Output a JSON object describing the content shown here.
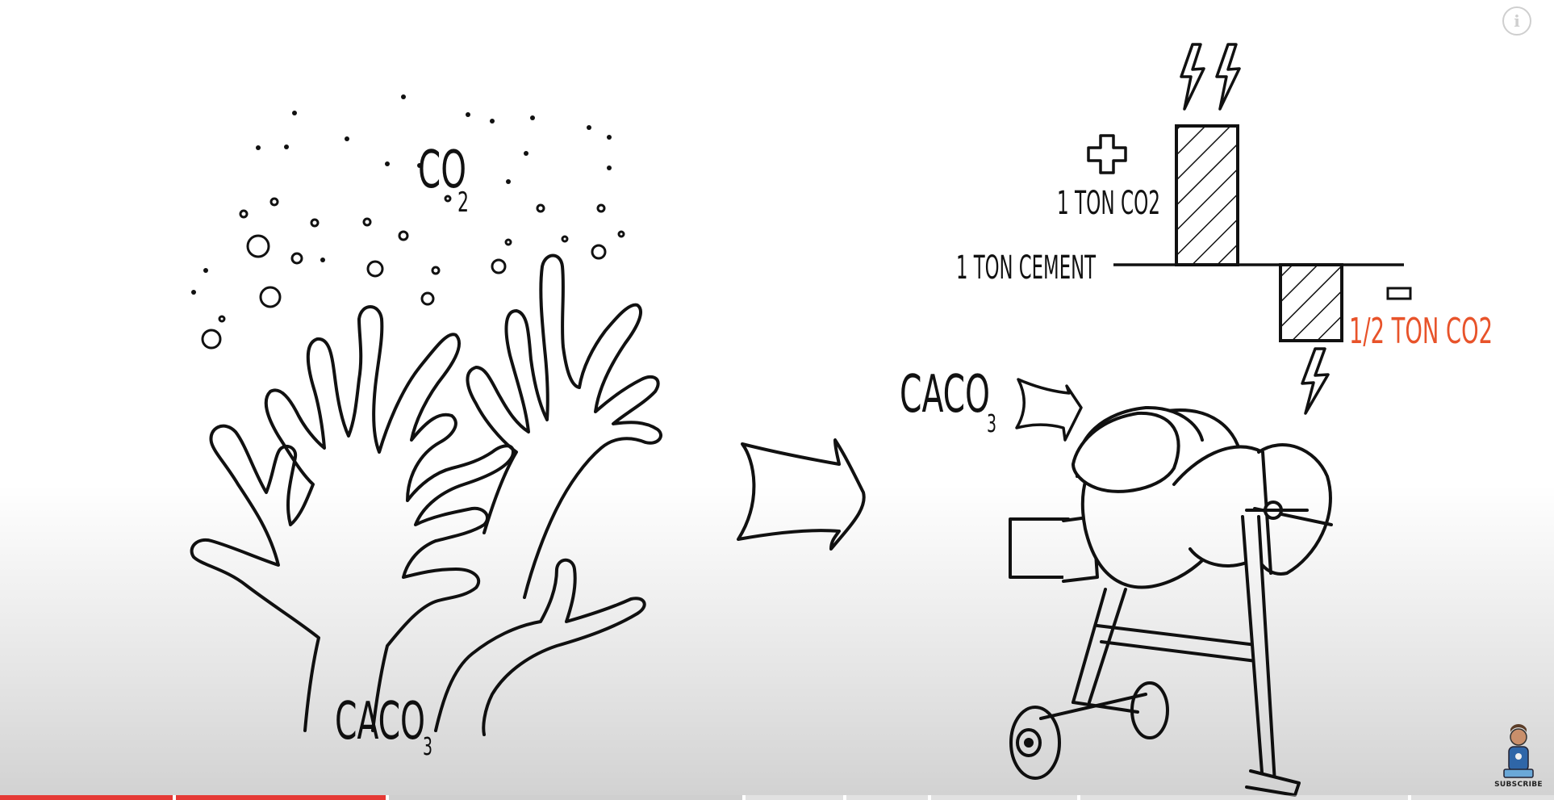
{
  "video": {
    "left_panel": {
      "gas_label": "CO",
      "gas_sub": "2",
      "mineral_label": "CACO",
      "mineral_sub": "3"
    },
    "right_panel": {
      "plus_sign": "+",
      "minus_sign": "−",
      "emit_label": "1 TON CO2",
      "cement_label": "1 TON CEMENT",
      "absorb_label": "1/2 TON CO2",
      "mineral_label": "CACO",
      "mineral_sub": "3"
    },
    "colors": {
      "ink": "#111111",
      "accent": "#e8532a",
      "progress": "#e53935"
    }
  },
  "player": {
    "info_icon": "i",
    "progress_played": 0.25,
    "progress_loaded": 0.48,
    "subscribe_label": "SUBSCRIBE"
  }
}
